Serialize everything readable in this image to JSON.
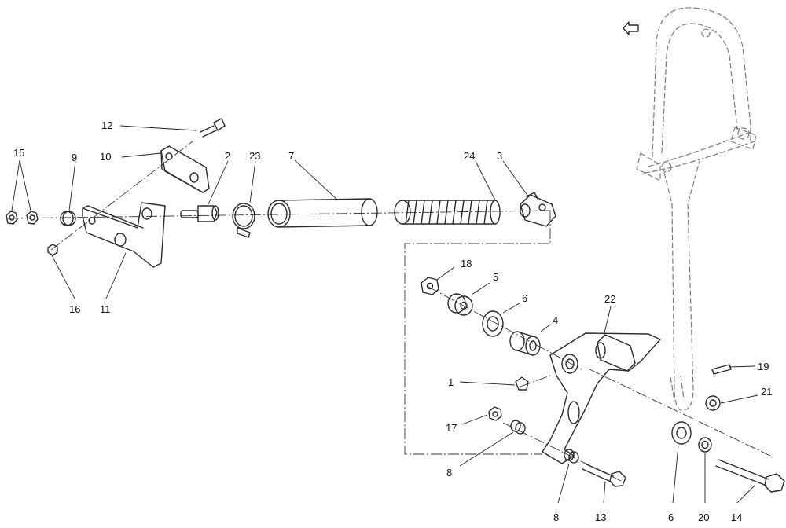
{
  "callouts": {
    "c1": "1",
    "c2": "2",
    "c3": "3",
    "c4": "4",
    "c5": "5",
    "c6a": "6",
    "c6b": "6",
    "c7": "7",
    "c8a": "8",
    "c8b": "8",
    "c9": "9",
    "c10": "10",
    "c11": "11",
    "c12": "12",
    "c13": "13",
    "c14": "14",
    "c15": "15",
    "c16": "16",
    "c17": "17",
    "c18": "18",
    "c19": "19",
    "c20": "20",
    "c21": "21",
    "c22": "22",
    "c23": "23",
    "c24": "24"
  },
  "icons": {
    "view_arrow": "hand-pointer-arrow-icon"
  },
  "colors": {
    "line": "#2a2a2a",
    "ghost": "#7a7a7a",
    "background": "#ffffff"
  }
}
